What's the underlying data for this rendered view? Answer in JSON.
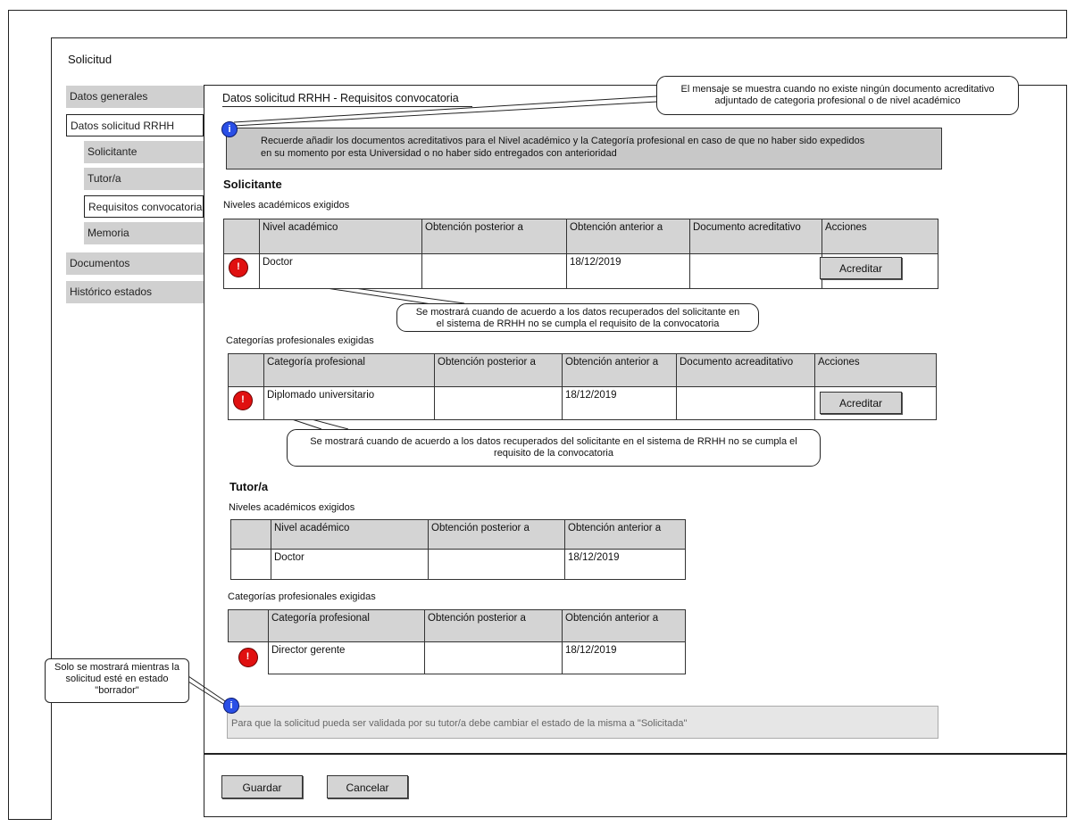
{
  "page": {
    "title": "Solicitud"
  },
  "nav": {
    "items": [
      {
        "label": "Datos generales",
        "level": 0,
        "selected": false
      },
      {
        "label": "Datos solicitud RRHH",
        "level": 0,
        "selected": true
      },
      {
        "label": "Solicitante",
        "level": 1,
        "selected": false
      },
      {
        "label": "Tutor/a",
        "level": 1,
        "selected": false
      },
      {
        "label": "Requisitos convocatoria",
        "level": 1,
        "selected": true
      },
      {
        "label": "Memoria",
        "level": 1,
        "selected": false
      },
      {
        "label": "Documentos",
        "level": 0,
        "selected": false
      },
      {
        "label": "Histórico estados",
        "level": 0,
        "selected": false
      }
    ]
  },
  "panel": {
    "title": "Datos solicitud RRHH - Requisitos convocatoria",
    "info_icon": "i",
    "info_text_1": "Recuerde añadir los documentos acreditativos para el Nivel académico y la Categoría profesional en caso de que no haber sido expedidos",
    "info_text_2": "en su momento por esta Universidad o no haber sido entregados con anterioridad"
  },
  "callouts": {
    "top_line_1": "El mensaje se muestra cuando no existe ningún documento acreditativo",
    "top_line_2": "adjuntado de categoria profesional o de nivel académico",
    "warn1_line_1": "Se mostrará cuando de acuerdo a los datos recuperados del solicitante en",
    "warn1_line_2": "el sistema de RRHH no se cumpla el requisito de la convocatoria",
    "warn2_line_1": "Se mostrará cuando de acuerdo a los datos recuperados del solicitante en el sistema de RRHH no se cumpla el",
    "warn2_line_2": "requisito de la convocatoria",
    "left_line_1": "Solo se mostrará mientras la",
    "left_line_2": "solicitud esté en estado",
    "left_line_3": "\"borrador\""
  },
  "solicitante": {
    "heading": "Solicitante",
    "niveles": {
      "label": "Niveles académicos exigidos",
      "headers": [
        "Nivel académico",
        "Obtención posterior a",
        "Obtención anterior a",
        "Documento acreditativo",
        "Acciones"
      ],
      "row": {
        "warning": "!",
        "nivel": "Doctor",
        "posterior": "",
        "anterior": "18/12/2019",
        "documento": "",
        "action": "Acreditar"
      }
    },
    "categorias": {
      "label": "Categorías profesionales exigidas",
      "headers": [
        "Categoría profesional",
        "Obtención posterior a",
        "Obtención anterior a",
        "Documento acreaditativo",
        "Acciones"
      ],
      "row": {
        "warning": "!",
        "categoria": "Diplomado universitario",
        "posterior": "",
        "anterior": "18/12/2019",
        "documento": "",
        "action": "Acreditar"
      }
    }
  },
  "tutor": {
    "heading": "Tutor/a",
    "niveles": {
      "label": "Niveles académicos exigidos",
      "headers": [
        "Nivel académico",
        "Obtención posterior a",
        "Obtención anterior a"
      ],
      "row": {
        "nivel": "Doctor",
        "posterior": "",
        "anterior": "18/12/2019"
      }
    },
    "categorias": {
      "label": "Categorías profesionales exigidas",
      "headers": [
        "Categoría profesional",
        "Obtención posterior a",
        "Obtención anterior a"
      ],
      "row": {
        "warning": "!",
        "categoria": "Director gerente",
        "posterior": "",
        "anterior": "18/12/2019"
      }
    }
  },
  "status_info": {
    "icon": "i",
    "text": "Para que la solicitud pueda ser validada por su tutor/a debe cambiar el estado de la misma a \"Solicitada\""
  },
  "footer": {
    "save": "Guardar",
    "cancel": "Cancelar"
  },
  "colors": {
    "info_icon": "#2a4fe6",
    "warning_icon": "#e01010",
    "nav_bg": "#d0d0d0",
    "table_header_bg": "#d4d4d4"
  }
}
